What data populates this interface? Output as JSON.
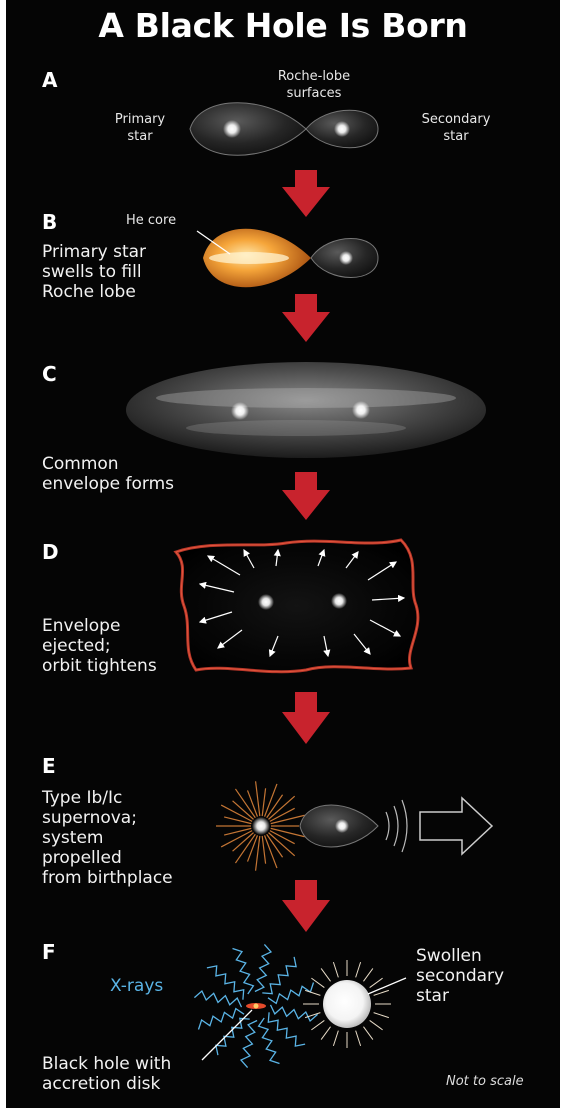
{
  "title": "A Black Hole Is Born",
  "steps": {
    "a": {
      "letter": "A",
      "primary": "Primary\nstar",
      "roche": "Roche-lobe\nsurfaces",
      "secondary": "Secondary\nstar"
    },
    "b": {
      "letter": "B",
      "he_core": "He core",
      "caption": "Primary star\nswells to fill\nRoche lobe"
    },
    "c": {
      "letter": "C",
      "caption": "Common\nenvelope forms"
    },
    "d": {
      "letter": "D",
      "caption": "Envelope\nejected;\norbit tightens"
    },
    "e": {
      "letter": "E",
      "caption": "Type Ib/Ic\nsupernova;\nsystem\npropelled\nfrom birthplace"
    },
    "f": {
      "letter": "F",
      "xrays": "X-rays",
      "swollen": "Swollen\nsecondary\nstar",
      "bh": "Black hole with\naccretion disk"
    }
  },
  "footnote": "Not to scale",
  "colors": {
    "arrow": "#c8232d",
    "swollen_star": "#f5a53a",
    "envelope_edge": "#c0392b",
    "xray": "#5ab4e6",
    "background": "#050505"
  }
}
